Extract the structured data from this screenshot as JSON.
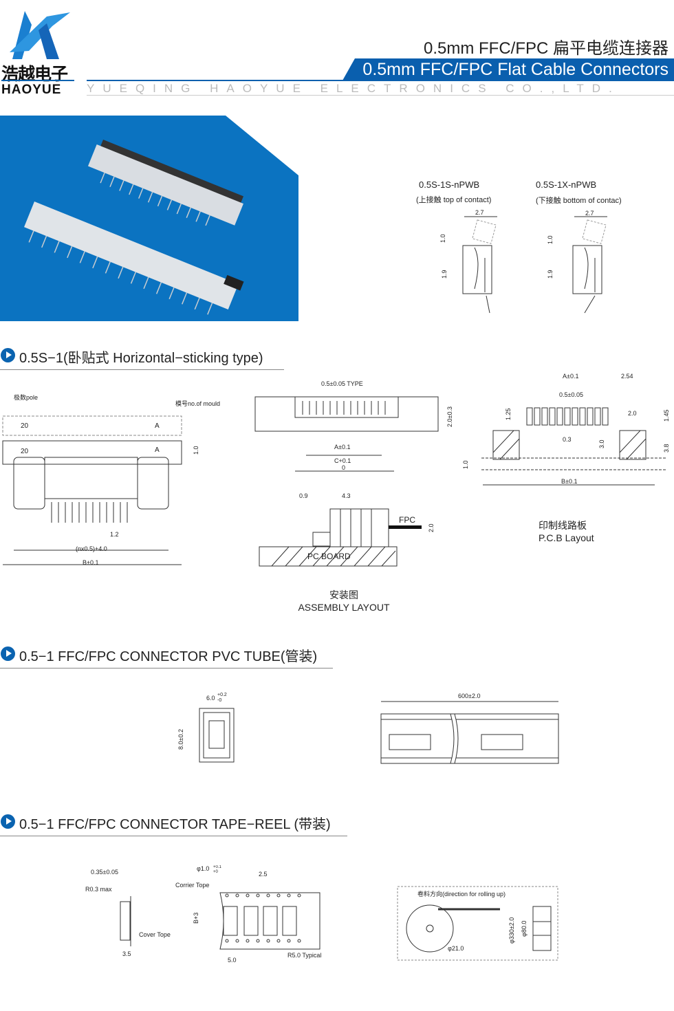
{
  "header": {
    "logo_cn": "浩越电子",
    "logo_en": "HAOYUE",
    "title_cn": "0.5mm FFC/FPC 扁平电缆连接器",
    "title_en": "0.5mm FFC/FPC Flat Cable Connectors",
    "company": "YUEQING HAOYUE ELECTRONICS CO.,LTD."
  },
  "variants": [
    {
      "model": "0.5S-1S-nPWB",
      "desc": "(上接触  top of contact)",
      "dim_w": "2.7",
      "dim_h1": "1.0",
      "dim_h2": "1.9"
    },
    {
      "model": "0.5S-1X-nPWB",
      "desc": "(下接触  bottom of contac)",
      "dim_w": "2.7",
      "dim_h1": "1.0",
      "dim_h2": "1.9"
    }
  ],
  "sections": [
    {
      "title": "0.5S−1(卧贴式 Horizontal−sticking type)"
    },
    {
      "title": "0.5−1 FFC/FPC CONNECTOR PVC TUBE(管装)"
    },
    {
      "title": "0.5−1 FFC/FPC CONNECTOR TAPE−REEL (带装)"
    }
  ],
  "front_view": {
    "pole": "极数pole",
    "mould": "模号no.of mould",
    "pin_count": "20",
    "mould_mark": "A",
    "dim_h": "1.0",
    "dim_pitch": "1.2",
    "dim_span": "(nx0.5)+4.0",
    "dim_total": "B±0.1"
  },
  "top_view": {
    "type": "0.5±0.05 TYPE",
    "dim_h": "2.0±0.3",
    "dim_a": "A±0.1",
    "dim_c": "C+0.1",
    "dim_c_lower": "0"
  },
  "assembly": {
    "dim1": "0.9",
    "dim2": "4.3",
    "fpc": "FPC",
    "dim_h": "2.0",
    "board": "PC BOARD",
    "caption_cn": "安装图",
    "caption_en": "ASSEMBLY LAYOUT"
  },
  "pcb": {
    "dim_a": "A±0.1",
    "dim_254": "2.54",
    "pitch": "0.5±0.05",
    "dim_125": "1.25",
    "dim_20": "2.0",
    "dim_145": "1.45",
    "dim_03": "0.3",
    "dim_30": "3.0",
    "dim_38": "3.8",
    "dim_10": "1.0",
    "dim_b": "B±0.1",
    "caption_cn": "印制线路板",
    "caption_en": "P.C.B Layout"
  },
  "tube": {
    "width": "6.0",
    "tol_up": "+0.2",
    "tol_down": "-0",
    "height": "8.0±0.2",
    "length": "600±2.0"
  },
  "tape": {
    "thickness": "0.35±0.05",
    "radius": "R0.3 max",
    "cover": "Cover Tope",
    "w35": "3.5",
    "hole": "φ1.0",
    "hole_tol_up": "+0.1",
    "hole_tol_down": "+0",
    "pitch_hole": "2.5",
    "carrier": "Corrier Tope",
    "width": "B+3",
    "pitch": "5.0",
    "corner": "R5.0 Typical"
  },
  "reel": {
    "direction": "卷料方向(direction for rolling up)",
    "hub": "φ21.0",
    "outer": "φ330±2.0",
    "inner": "φ80.0"
  }
}
